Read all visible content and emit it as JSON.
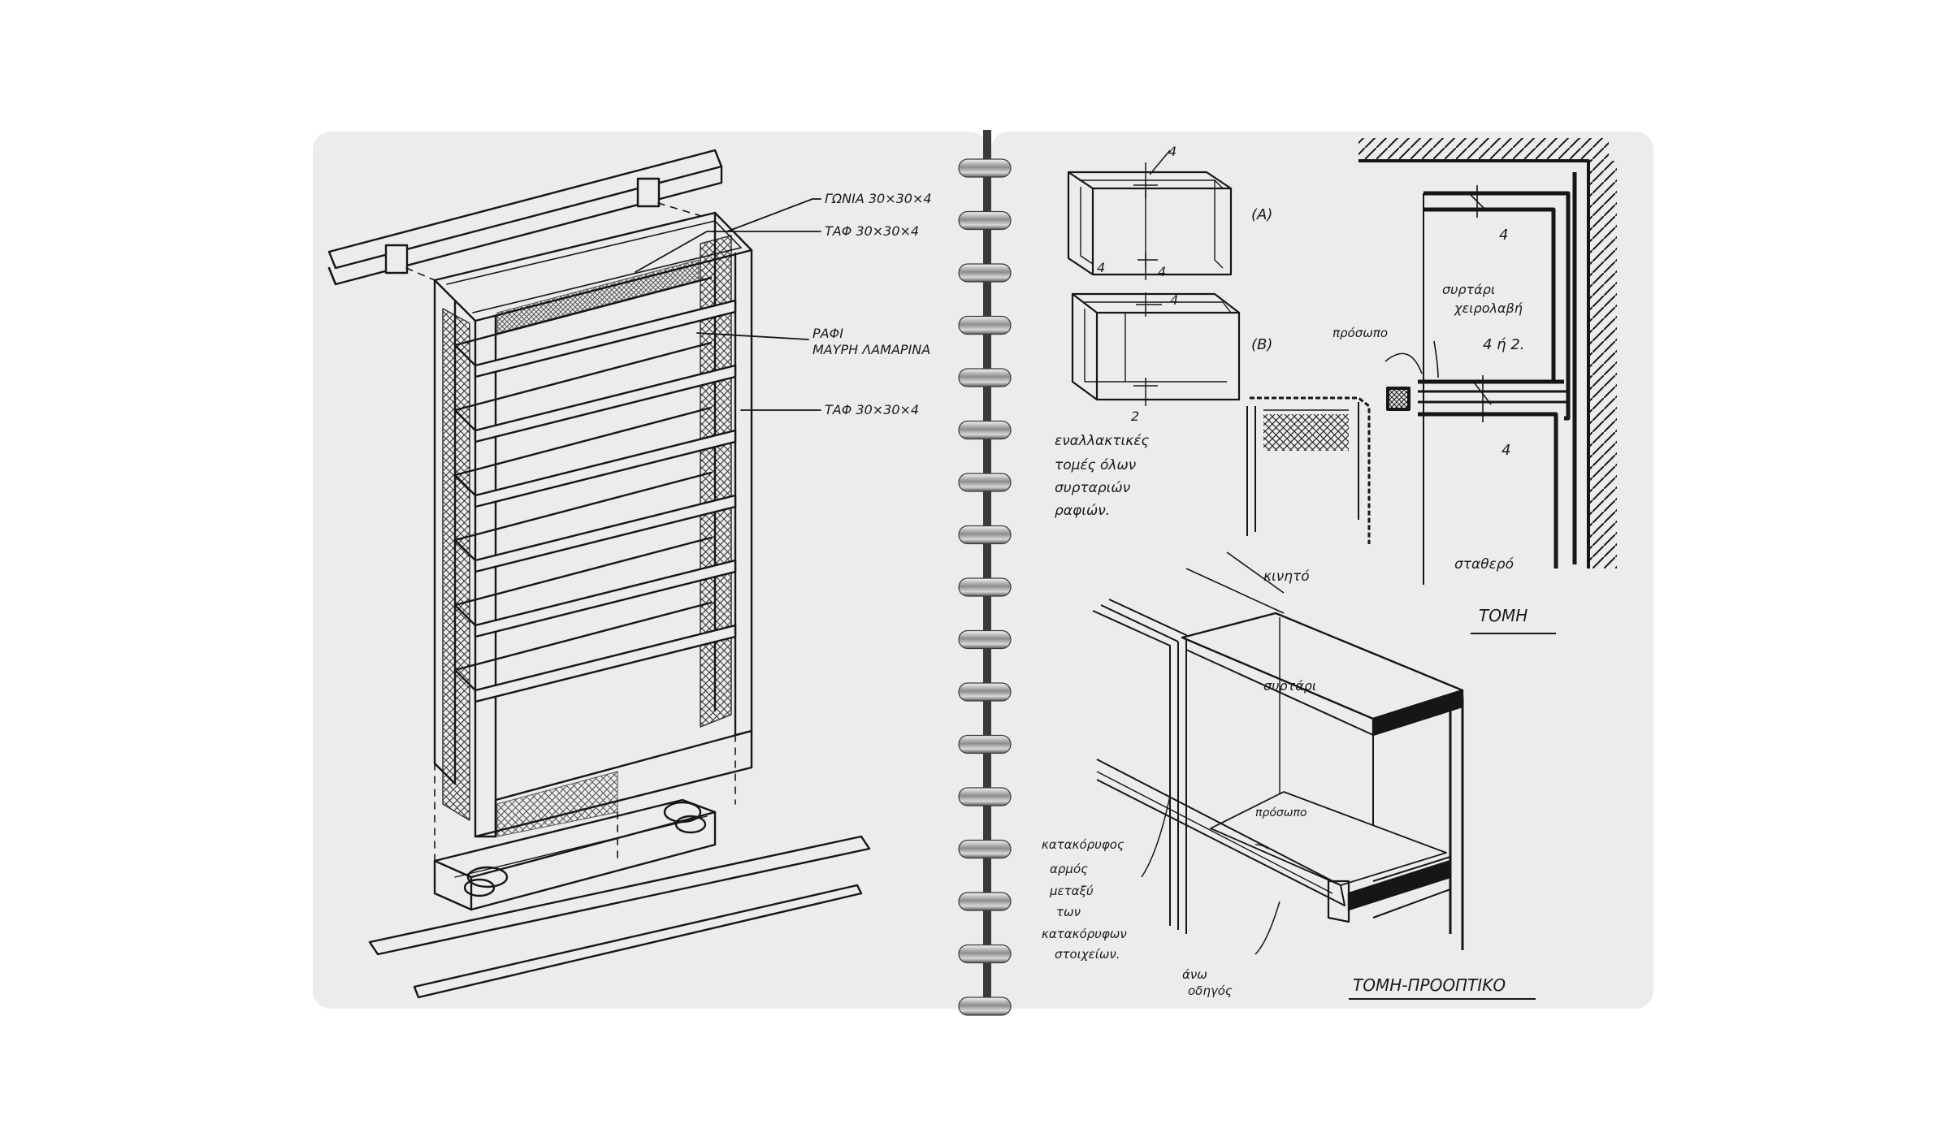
{
  "colors": {
    "paper": "#ececee",
    "ink": "#161616",
    "spine": "#3a3a3a",
    "ring": "#8a8a8a",
    "background": "#ffffff"
  },
  "left_page": {
    "labels": {
      "corner": "ΓΩΝΙΑ 30×30×4",
      "taf_top": "ΤΑΦ 30×30×4",
      "shelf_line1": "ΡΑΦΙ",
      "shelf_line2": "ΜΑΥΡΗ ΛΑΜΑΡΙΝΑ",
      "taf_side": "ΤΑΦ 30×30×4"
    }
  },
  "right_page": {
    "box_a": {
      "tag": "(A)",
      "dim_top": "4",
      "dim_bottom_left": "4",
      "dim_bottom_right": "4"
    },
    "box_b": {
      "tag": "(B)",
      "dim_top": "4",
      "dim_bottom": "2"
    },
    "note": [
      "εναλλακτικές",
      "τομές όλων",
      "συρταριών",
      "ραφιών."
    ],
    "section": {
      "dim_top": "4",
      "drawer_label1": "συρτάρι",
      "drawer_label2": "χειρολαβή",
      "dim_mid": "4 ή 2.",
      "dim_bottom": "4",
      "front_label": "πρόσωπο",
      "movable": "κινητό",
      "fixed": "σταθερό",
      "title": "ΤΟΜΗ"
    },
    "perspective": {
      "drawer": "συρτάρι",
      "front": "πρόσωπο",
      "vertical_note": [
        "κατακόρυφος",
        "αρμός",
        "μεταξύ",
        "των",
        "κατακόρυφων",
        "στοιχείων."
      ],
      "guide_note": [
        "άνω",
        "οδηγός"
      ],
      "title": "ΤΟΜΗ-ΠΡΟΟΠΤΙΚΟ"
    }
  },
  "rings": {
    "count": 17
  }
}
